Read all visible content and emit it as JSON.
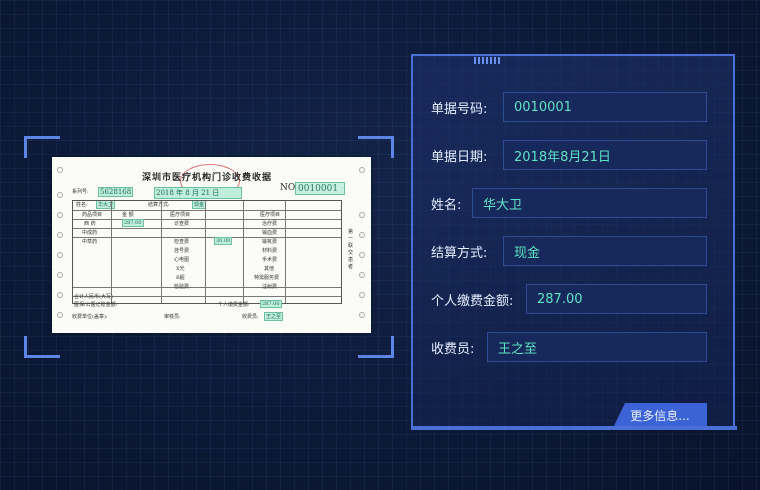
{
  "receipt": {
    "title": "深圳市医疗机构门诊收费收据",
    "no_label": "NO",
    "no_value": "0010001",
    "serial_label": "系列号:",
    "serial_value": "5628168",
    "date_value": "2018 年 8 月 21 日",
    "name_label": "姓名:",
    "name_value": "华大卫",
    "settle_label": "结算方式:",
    "settle_value": "现金",
    "col_drug": "药品项目",
    "col_amount": "金 额",
    "col_medical": "医疗项目",
    "col_medical2": "医疗项目",
    "row_western": "西 药",
    "row_chinese_patent": "中成药",
    "row_herbal": "中草药",
    "western_amount": "287.00",
    "treat_fee": "治疗费",
    "diag_fee": "诊查费",
    "surgery_fee": "手术费",
    "exam_fee": "检查费",
    "exam_amount": "30.00",
    "reg_fee": "挂号费",
    "ecg": "心电图",
    "xray": "X光",
    "bscan": "B超",
    "lab": "检验费",
    "transfusion": "输血费",
    "oxygen": "输氧费",
    "material": "材料费",
    "other": "其他",
    "special": "特需服务费",
    "injection": "注射费",
    "total_label": "合计人民币(大写)",
    "personal_pay_label": "个人缴费金额:",
    "personal_pay_value": "287.00",
    "insurance_label": "医保/公医记账金额:",
    "payee_unit": "收费单位(盖章):",
    "reviewer": "审核员:",
    "cashier_label": "收费员:",
    "cashier_value": "王之至",
    "side_note": "第一联交患者"
  },
  "form": {
    "receipt_no_label": "单据号码:",
    "receipt_no": "0010001",
    "receipt_date_label": "单据日期:",
    "receipt_date": "2018年8月21日",
    "name_label": "姓名:",
    "name": "华大卫",
    "settle_label": "结算方式:",
    "settle": "现金",
    "personal_pay_label": "个人缴费金额:",
    "personal_pay": "287.00",
    "cashier_label": "收费员:",
    "cashier": "王之至",
    "more_button": "更多信息..."
  },
  "colors": {
    "accent": "#4a6fd6",
    "value_text": "#5fe3c6",
    "field_bg": "#16295a"
  }
}
